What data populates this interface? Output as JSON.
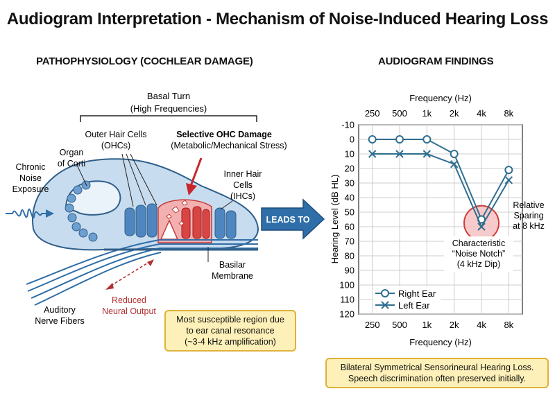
{
  "title": "Audiogram Interpretation - Mechanism of Noise-Induced Hearing Loss",
  "left_panel": {
    "heading": "PATHOPHYSIOLOGY (COCHLEAR DAMAGE)",
    "basal_turn": [
      "Basal Turn",
      "(High Frequencies)"
    ],
    "outer_hair_cells": [
      "Outer Hair Cells",
      "(OHCs)"
    ],
    "selective_damage": [
      "Selective OHC Damage",
      "(Metabolic/Mechanical Stress)"
    ],
    "organ_of_corti": [
      "Organ",
      "of Corti"
    ],
    "chronic_noise": [
      "Chronic",
      "Noise",
      "Exposure"
    ],
    "inner_hair_cells": [
      "Inner Hair",
      "Cells",
      "(IHCs)"
    ],
    "basilar_membrane": [
      "Basilar",
      "Membrane"
    ],
    "auditory_nerve": [
      "Auditory",
      "Nerve Fibers"
    ],
    "reduced_output": [
      "Reduced",
      "Neural Output"
    ],
    "susceptible_note": [
      "Most susceptible region due",
      "to ear canal resonance",
      "(~3-4 kHz amplification)"
    ]
  },
  "leads_to": "LEADS TO",
  "right_panel": {
    "heading": "AUDIOGRAM FINDINGS",
    "notch_label": [
      "Characteristic",
      "“Noise Notch”",
      "(4 kHz Dip)"
    ],
    "sparing_label": [
      "Relative",
      "Sparing",
      "at 8 kHz"
    ],
    "summary": [
      "Bilateral Symmetrical Sensorineural Hearing Loss.",
      "Speech discrimination often preserved initially."
    ]
  },
  "chart_data": {
    "type": "line",
    "xlabel": "Frequency (Hz)",
    "ylabel": "Hearing Level (dB HL)",
    "categories": [
      "250",
      "500",
      "1k",
      "2k",
      "4k",
      "8k"
    ],
    "y_ticks": [
      -10,
      0,
      10,
      20,
      30,
      40,
      50,
      60,
      70,
      80,
      90,
      100,
      110,
      120
    ],
    "ylim": [
      -10,
      120
    ],
    "y_inverted": true,
    "grid": true,
    "series": [
      {
        "name": "Right Ear",
        "marker": "circle",
        "values": [
          0,
          0,
          0,
          10,
          55,
          21
        ]
      },
      {
        "name": "Left Ear",
        "marker": "x",
        "values": [
          10,
          10,
          10,
          17,
          60,
          28
        ]
      }
    ],
    "colors": {
      "line": "#2f6e8f",
      "notch_fill": "#f4b7b7",
      "notch_stroke": "#d23a3a",
      "grid": "#cccccc"
    }
  }
}
